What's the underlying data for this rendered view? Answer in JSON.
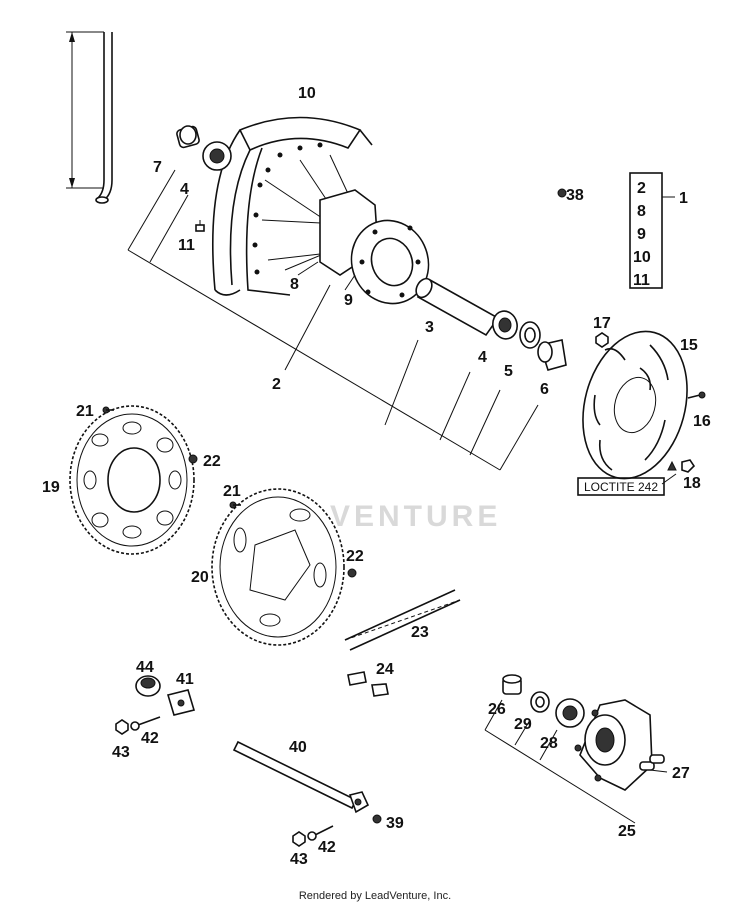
{
  "labels": {
    "l1": "1",
    "l2": "2",
    "l2b": "2",
    "l3": "3",
    "l4": "4",
    "l4b": "4",
    "l5": "5",
    "l6": "6",
    "l7": "7",
    "l8": "8",
    "l8b": "8",
    "l9": "9",
    "l9b": "9",
    "l10": "10",
    "l10b": "10",
    "l11": "11",
    "l11b": "11",
    "l15": "15",
    "l16": "16",
    "l17": "17",
    "l18": "18",
    "l19": "19",
    "l20": "20",
    "l21": "21",
    "l21b": "21",
    "l22": "22",
    "l22b": "22",
    "l23": "23",
    "l24": "24",
    "l25": "25",
    "l26": "26",
    "l27": "27",
    "l28": "28",
    "l29": "29",
    "l38": "38",
    "l39": "39",
    "l40": "40",
    "l41": "41",
    "l42": "42",
    "l42b": "42",
    "l43": "43",
    "l43b": "43",
    "l44": "44"
  },
  "loctite": "LOCTITE 242",
  "watermark": "VENTURE",
  "footer": "Rendered by LeadVenture, Inc."
}
